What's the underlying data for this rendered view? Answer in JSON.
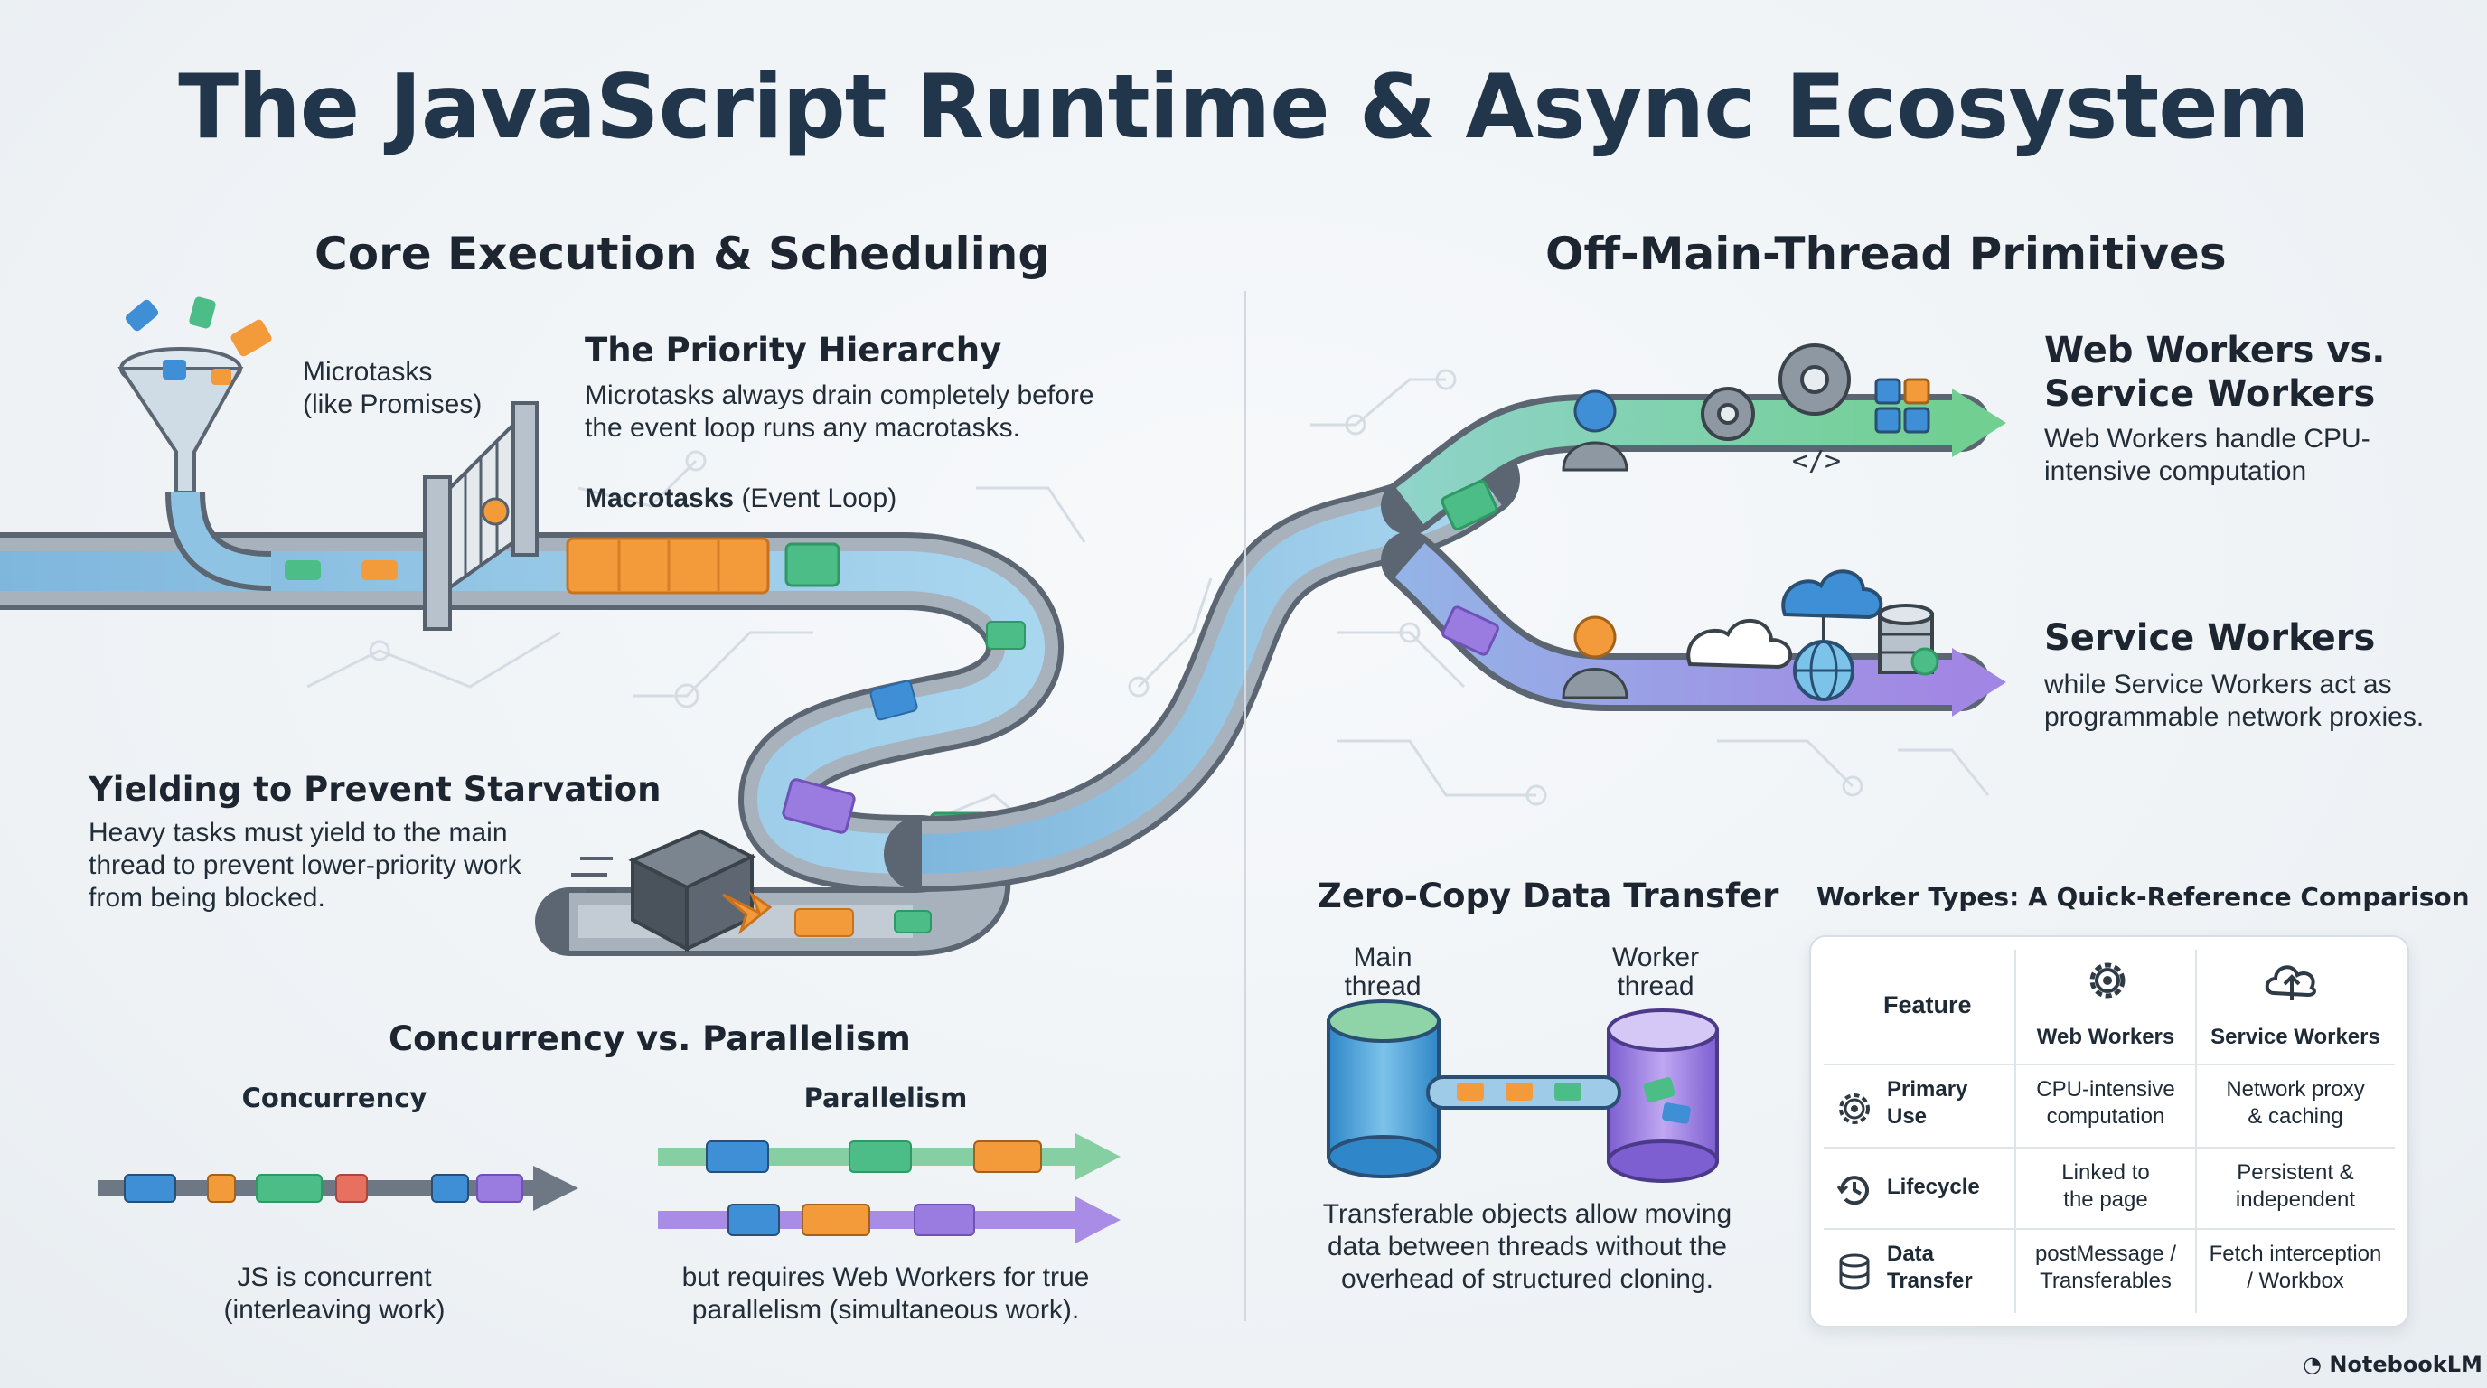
{
  "title": "The JavaScript Runtime & Async Ecosystem",
  "left_section": {
    "heading": "Core Execution & Scheduling",
    "microtasks_label": "Microtasks",
    "microtasks_sub": "(like Promises)",
    "priority": {
      "heading": "The Priority Hierarchy",
      "line1": "Microtasks always drain completely before",
      "line2": "the event loop runs any macrotasks."
    },
    "macrotasks_bold": "Macrotasks",
    "macrotasks_rest": "(Event Loop)",
    "yield": {
      "heading": "Yielding to Prevent Starvation",
      "line1": "Heavy tasks must yield to the main",
      "line2": "thread to prevent lower-priority work",
      "line3": "from being blocked."
    },
    "cvp": {
      "heading": "Concurrency vs. Parallelism",
      "concurrency_label": "Concurrency",
      "parallelism_label": "Parallelism",
      "concurrency_line1": "JS is concurrent",
      "concurrency_line2": "(interleaving work)",
      "parallelism_line1": "but requires Web Workers for true",
      "parallelism_line2": "parallelism (simultaneous work)."
    }
  },
  "right_section": {
    "heading": "Off-Main-Thread Primitives",
    "web_workers": {
      "heading_line1": "Web Workers vs.",
      "heading_line2": "Service Workers",
      "line1": "Web Workers handle CPU-",
      "line2": "intensive computation"
    },
    "service_workers": {
      "heading": "Service Workers",
      "line1": "while Service Workers act as",
      "line2": "programmable network proxies."
    },
    "zero_copy": {
      "heading": "Zero-Copy Data Transfer",
      "main_line1": "Main",
      "main_line2": "thread",
      "worker_line1": "Worker",
      "worker_line2": "thread",
      "line1": "Transferable objects allow moving",
      "line2": "data between threads without the",
      "line3": "overhead of structured cloning."
    },
    "table": {
      "caption": "Worker Types: A Quick-Reference Comparison",
      "col_feature": "Feature",
      "col_web": "Web Workers",
      "col_service": "Service Workers",
      "rows": [
        {
          "feature_line1": "Primary",
          "feature_line2": "Use",
          "web_line1": "CPU-intensive",
          "web_line2": "computation",
          "service_line1": "Network proxy",
          "service_line2": "& caching",
          "icon": "gear-icon"
        },
        {
          "feature_line1": "Lifecycle",
          "feature_line2": "",
          "web_line1": "Linked to",
          "web_line2": "the page",
          "service_line1": "Persistent &",
          "service_line2": "independent",
          "icon": "clock-icon"
        },
        {
          "feature_line1": "Data",
          "feature_line2": "Transfer",
          "web_line1": "postMessage /",
          "web_line2": "Transferables",
          "service_line1": "Fetch interception",
          "service_line2": "/ Workbox",
          "icon": "database-icon"
        }
      ]
    }
  },
  "brand": "NotebookLM",
  "colors": {
    "title": "#22364b",
    "road": "#5f6a76",
    "flow": "#8fc3e3",
    "orange": "#f39a3b",
    "green": "#4cbd86",
    "blue": "#3f8fd6",
    "purple": "#9a7be0",
    "red": "#e8705f",
    "web_lane": "#6fcf97",
    "service_lane": "#a98ce6"
  }
}
